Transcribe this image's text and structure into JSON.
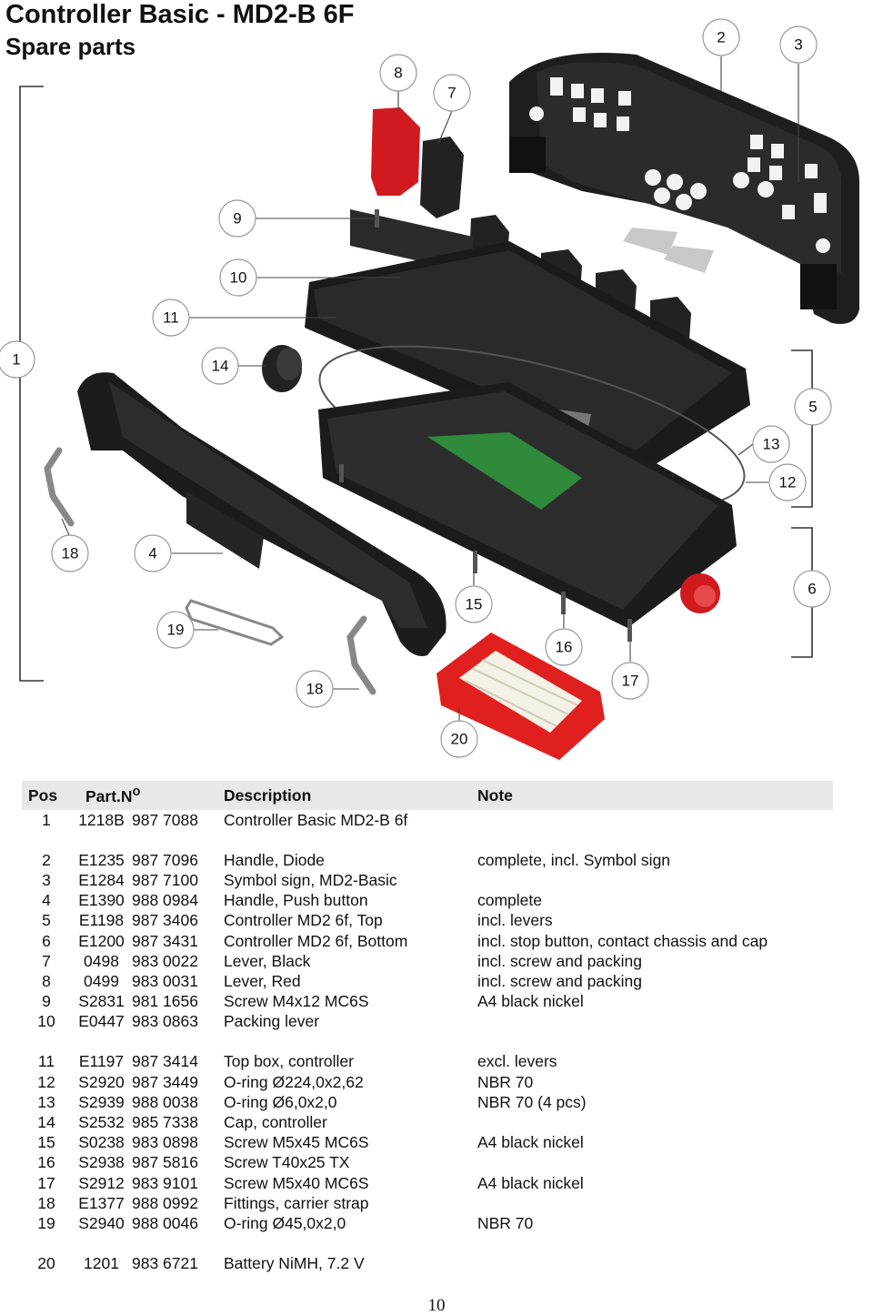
{
  "header": {
    "title": "Controller Basic - MD2-B 6F",
    "subtitle": "Spare parts"
  },
  "callouts": [
    "1",
    "2",
    "3",
    "4",
    "5",
    "6",
    "7",
    "8",
    "9",
    "10",
    "11",
    "12",
    "13",
    "14",
    "15",
    "16",
    "17",
    "18",
    "18",
    "19",
    "20"
  ],
  "table": {
    "headers": {
      "pos": "Pos",
      "part_no": "Part.N",
      "part_no_sup": "o",
      "description": "Description",
      "note": "Note"
    },
    "groups": [
      [
        {
          "pos": "1",
          "part": "1218B",
          "article": "987 7088",
          "desc": "Controller Basic MD2-B 6f",
          "note": ""
        }
      ],
      [
        {
          "pos": "2",
          "part": "E1235",
          "article": "987 7096",
          "desc": "Handle, Diode",
          "note": "complete, incl. Symbol sign"
        },
        {
          "pos": "3",
          "part": "E1284",
          "article": "987 7100",
          "desc": "Symbol sign, MD2-Basic",
          "note": ""
        },
        {
          "pos": "4",
          "part": "E1390",
          "article": "988 0984",
          "desc": "Handle, Push button",
          "note": "complete"
        },
        {
          "pos": "5",
          "part": "E1198",
          "article": "987 3406",
          "desc": "Controller MD2 6f, Top",
          "note": "incl. levers"
        },
        {
          "pos": "6",
          "part": "E1200",
          "article": "987 3431",
          "desc": "Controller MD2 6f, Bottom",
          "note": "incl. stop button, contact chassis and cap"
        },
        {
          "pos": "7",
          "part": "0498",
          "article": "983 0022",
          "desc": "Lever, Black",
          "note": "incl. screw and packing"
        },
        {
          "pos": "8",
          "part": "0499",
          "article": "983 0031",
          "desc": "Lever, Red",
          "note": "incl. screw and packing"
        },
        {
          "pos": "9",
          "part": "S2831",
          "article": "981 1656",
          "desc": "Screw M4x12 MC6S",
          "note": "A4 black nickel"
        },
        {
          "pos": "10",
          "part": "E0447",
          "article": "983 0863",
          "desc": "Packing lever",
          "note": ""
        }
      ],
      [
        {
          "pos": "11",
          "part": "E1197",
          "article": "987 3414",
          "desc": "Top box, controller",
          "note": "excl. levers"
        },
        {
          "pos": "12",
          "part": "S2920",
          "article": "987 3449",
          "desc": "O-ring Ø224,0x2,62",
          "note": "NBR 70"
        },
        {
          "pos": "13",
          "part": "S2939",
          "article": "988 0038",
          "desc": "O-ring Ø6,0x2,0",
          "note": "NBR 70 (4 pcs)"
        },
        {
          "pos": "14",
          "part": "S2532",
          "article": "985 7338",
          "desc": "Cap, controller",
          "note": ""
        },
        {
          "pos": "15",
          "part": "S0238",
          "article": "983 0898",
          "desc": "Screw M5x45 MC6S",
          "note": "A4 black nickel"
        },
        {
          "pos": "16",
          "part": "S2938",
          "article": "987 5816",
          "desc": "Screw T40x25 TX",
          "note": ""
        },
        {
          "pos": "17",
          "part": "S2912",
          "article": "983 9101",
          "desc": "Screw M5x40 MC6S",
          "note": "A4 black nickel"
        },
        {
          "pos": "18",
          "part": "E1377",
          "article": "988 0992",
          "desc": "Fittings, carrier strap",
          "note": ""
        },
        {
          "pos": "19",
          "part": "S2940",
          "article": "988 0046",
          "desc": "O-ring Ø45,0x2,0",
          "note": "NBR 70"
        }
      ],
      [
        {
          "pos": "20",
          "part": "1201",
          "article": "983 6721",
          "desc": "Battery NiMH, 7.2 V",
          "note": ""
        }
      ]
    ]
  },
  "page_number": "10",
  "colors": {
    "lever_red": "#d01a1f",
    "battery_red": "#e0201f",
    "pcb_green": "#2f8a3c",
    "housing": "#1e1e1e",
    "header_bg": "#e8e8e8"
  }
}
